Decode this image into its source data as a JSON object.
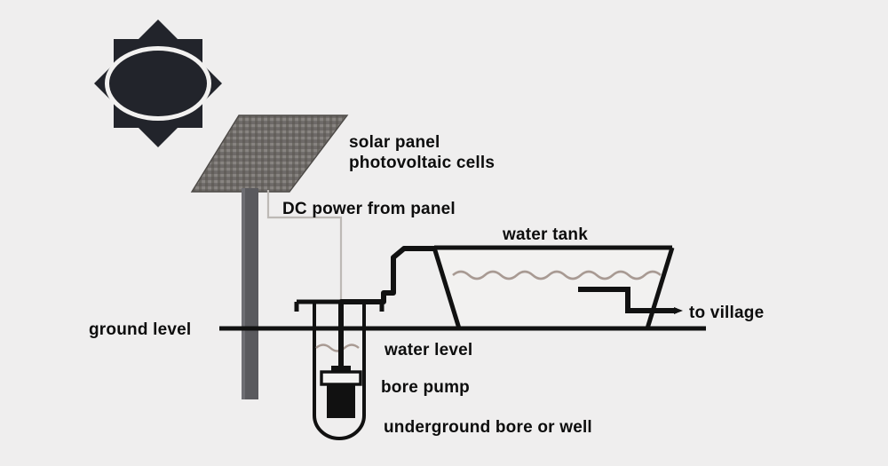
{
  "diagram": {
    "title": "Solar powered bore pump water supply schematic",
    "background_color": "#efeeee",
    "ink_color": "#111111",
    "pole_color": "#5a5a5e",
    "panel_color": "#6e6a68",
    "water_line_color": "#a89a93"
  },
  "labels": {
    "solar_panel": "solar panel",
    "photovoltaic_cells": "photovoltaic cells",
    "dc_power": "DC power from panel",
    "water_tank": "water tank",
    "ground_level": "ground level",
    "to_village": "to village",
    "water_level": "water level",
    "bore_pump": "bore pump",
    "underground_bore": "underground bore or well"
  },
  "components": {
    "sun": "sun-icon",
    "solar_panel": "solar-panel",
    "mast": "support-pole",
    "dc_cable": "dc-power-cable",
    "bore_casing": "underground-bore-casing",
    "pump": "submersible-bore-pump",
    "riser_pipe": "riser-pipe",
    "tank": "water-tank",
    "tank_water": "tank-water-surface",
    "bore_water": "bore-water-surface",
    "outlet_pipe": "tank-outlet-pipe",
    "village_arrow": "to-village-arrow",
    "ground_line": "ground-level-line"
  }
}
